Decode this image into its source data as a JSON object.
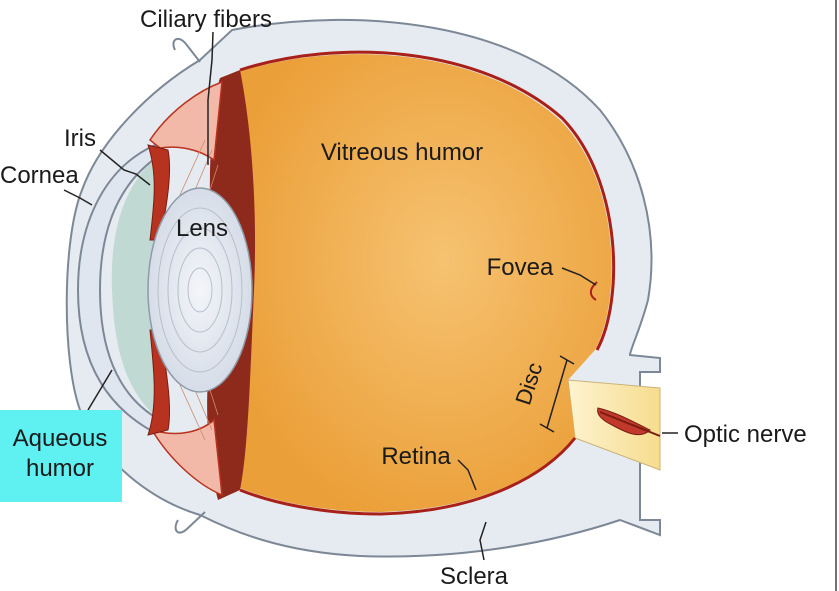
{
  "labels": {
    "ciliary_fibers": "Ciliary fibers",
    "iris": "Iris",
    "cornea": "Cornea",
    "vitreous_humor": "Vitreous humor",
    "lens": "Lens",
    "fovea": "Fovea",
    "disc": "Disc",
    "optic_nerve": "Optic nerve",
    "aqueous_line1": "Aqueous",
    "aqueous_line2": "humor",
    "retina": "Retina",
    "sclera": "Sclera"
  },
  "colors": {
    "sclera_fill": "#e6ebf2",
    "sclera_stroke": "#7d8896",
    "vitreous_fill": "#f0ab45",
    "vitreous_light": "#f8ce86",
    "retina_line": "#a8201a",
    "choroid": "#8e2a1c",
    "lens_fill": "#e4e9f1",
    "cornea_fill": "#dfe6ef",
    "aqueous_tint": "#bcd7cf",
    "iris": "#b8331f",
    "ciliary": "#f2b9a8",
    "optic_nerve": "#fae6a8",
    "highlight": "#5ff0f2"
  }
}
